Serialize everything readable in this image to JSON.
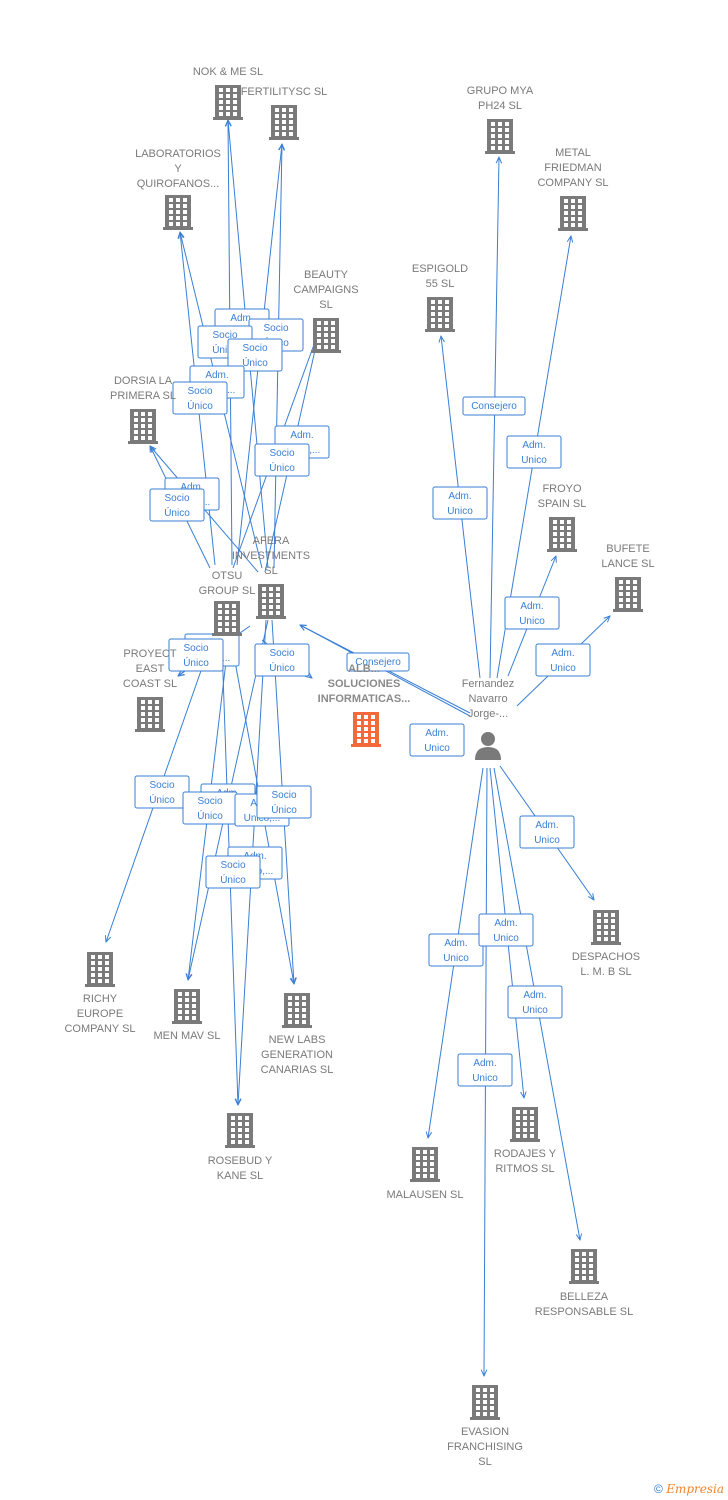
{
  "companies": [
    {
      "id": "nok",
      "label": "NOK & ME SL"
    },
    {
      "id": "fert",
      "label": "FERTILITYSC SL"
    },
    {
      "id": "lab",
      "label": "LABORATORIOS Y QUIROFANOS..."
    },
    {
      "id": "beauty",
      "label": "BEAUTY CAMPAIGNS SL"
    },
    {
      "id": "dorsia",
      "label": "DORSIA LA PRIMERA SL"
    },
    {
      "id": "afera",
      "label": "AFERA INVESTMENTS SL"
    },
    {
      "id": "otsu",
      "label": "OTSU GROUP SL"
    },
    {
      "id": "proyect",
      "label": "PROYECT EAST COAST SL"
    },
    {
      "id": "alb",
      "label": "ALB... SOLUCIONES INFORMATICAS...",
      "focus": true
    },
    {
      "id": "grupomya",
      "label": "GRUPO MYA PH24 SL"
    },
    {
      "id": "metal",
      "label": "METAL FRIEDMAN COMPANY SL"
    },
    {
      "id": "espigold",
      "label": "ESPIGOLD 55 SL"
    },
    {
      "id": "froyo",
      "label": "FROYO SPAIN SL"
    },
    {
      "id": "bufete",
      "label": "BUFETE LANCE SL"
    },
    {
      "id": "richy",
      "label": "RICHY EUROPE COMPANY SL"
    },
    {
      "id": "menmav",
      "label": "MEN MAV SL"
    },
    {
      "id": "newlabs",
      "label": "NEW LABS GENERATION CANARIAS SL"
    },
    {
      "id": "rosebud",
      "label": "ROSEBUD Y KANE SL"
    },
    {
      "id": "despachos",
      "label": "DESPACHOS L. M. B SL"
    },
    {
      "id": "malausen",
      "label": "MALAUSEN SL"
    },
    {
      "id": "rodajes",
      "label": "RODAJES Y RITMOS SL"
    },
    {
      "id": "belleza",
      "label": "BELLEZA RESPONSABLE SL"
    },
    {
      "id": "evasion",
      "label": "EVASION FRANCHISING SL"
    }
  ],
  "person": {
    "id": "person",
    "label": "Fernandez Navarro Jorge-..."
  },
  "edges": [
    {
      "from": "otsu",
      "to": "nok",
      "label": "Adm. Unico,..."
    },
    {
      "from": "afera",
      "to": "nok",
      "label": "Socio Único"
    },
    {
      "from": "otsu",
      "to": "fert",
      "label": "Socio Único"
    },
    {
      "from": "afera",
      "to": "fert",
      "label": "Socio Único"
    },
    {
      "from": "otsu",
      "to": "lab",
      "label": "Adm. Unico,..."
    },
    {
      "from": "afera",
      "to": "lab",
      "label": "Socio Único"
    },
    {
      "from": "otsu",
      "to": "beauty",
      "label": "Adm. Unico,..."
    },
    {
      "from": "afera",
      "to": "beauty",
      "label": "Socio Único"
    },
    {
      "from": "otsu",
      "to": "dorsia",
      "label": "Adm. Unico,..."
    },
    {
      "from": "afera",
      "to": "dorsia",
      "label": "Socio Único"
    },
    {
      "from": "otsu",
      "to": "proyect",
      "label": "Adm. Unico,..."
    },
    {
      "from": "afera",
      "to": "proyect",
      "label": "Socio Único"
    },
    {
      "from": "afera",
      "to": "alb",
      "label": "Socio Único"
    },
    {
      "from": "person",
      "to": "afera",
      "label": "Consejero"
    },
    {
      "from": "person",
      "to": "otsu",
      "label": "Adm. Unico"
    },
    {
      "from": "person",
      "to": "grupomya",
      "label": "Consejero"
    },
    {
      "from": "person",
      "to": "metal",
      "label": "Adm. Unico"
    },
    {
      "from": "person",
      "to": "espigold",
      "label": "Adm. Unico"
    },
    {
      "from": "person",
      "to": "froyo",
      "label": "Adm. Unico"
    },
    {
      "from": "person",
      "to": "bufete",
      "label": "Adm. Unico"
    },
    {
      "from": "otsu",
      "to": "richy",
      "label": "Socio Único"
    },
    {
      "from": "otsu",
      "to": "menmav",
      "label": "Adm. Unico,..."
    },
    {
      "from": "afera",
      "to": "menmav",
      "label": "Socio Único"
    },
    {
      "from": "otsu",
      "to": "newlabs",
      "label": "Adm. Unico,..."
    },
    {
      "from": "afera",
      "to": "newlabs",
      "label": "Socio Único"
    },
    {
      "from": "otsu",
      "to": "rosebud",
      "label": "Adm. Unico,..."
    },
    {
      "from": "afera",
      "to": "rosebud",
      "label": "Socio Único"
    },
    {
      "from": "person",
      "to": "despachos",
      "label": "Adm. Unico"
    },
    {
      "from": "person",
      "to": "malausen",
      "label": "Adm. Unico"
    },
    {
      "from": "person",
      "to": "rodajes",
      "label": "Adm. Unico"
    },
    {
      "from": "person",
      "to": "belleza",
      "label": "Adm. Unico"
    },
    {
      "from": "person",
      "to": "evasion",
      "label": "Adm. Unico"
    }
  ],
  "footer": {
    "copyright": "©",
    "brand": "Empresia"
  },
  "colors": {
    "edge": "#3a7fd5",
    "building": "#7a7a7a",
    "focus": "#f26a3a",
    "person": "#7a7a7a"
  }
}
